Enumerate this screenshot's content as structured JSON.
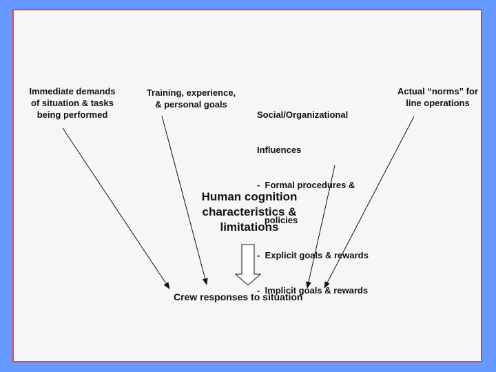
{
  "factors": [
    {
      "lines": [
        "Immediate demands",
        "of situation & tasks",
        "being performed"
      ]
    },
    {
      "lines": [
        "Training, experience,",
        "& personal goals"
      ]
    },
    {
      "lines": [
        "Social/Organizational",
        "Influences",
        "-  Formal procedures &",
        "   policies",
        "-  Explicit goals & rewards",
        "-  Implicit goals & rewards"
      ]
    },
    {
      "lines": [
        "Actual “norms” for",
        "line operations"
      ]
    }
  ],
  "center": {
    "lines": [
      "Human cognition",
      "characteristics &",
      "limitations"
    ]
  },
  "result": {
    "label": "Crew responses to situation"
  },
  "colors": {
    "background": "#6699ff",
    "slide": "#f7f5f7",
    "border": "#e8452e",
    "ink": "#111111"
  }
}
